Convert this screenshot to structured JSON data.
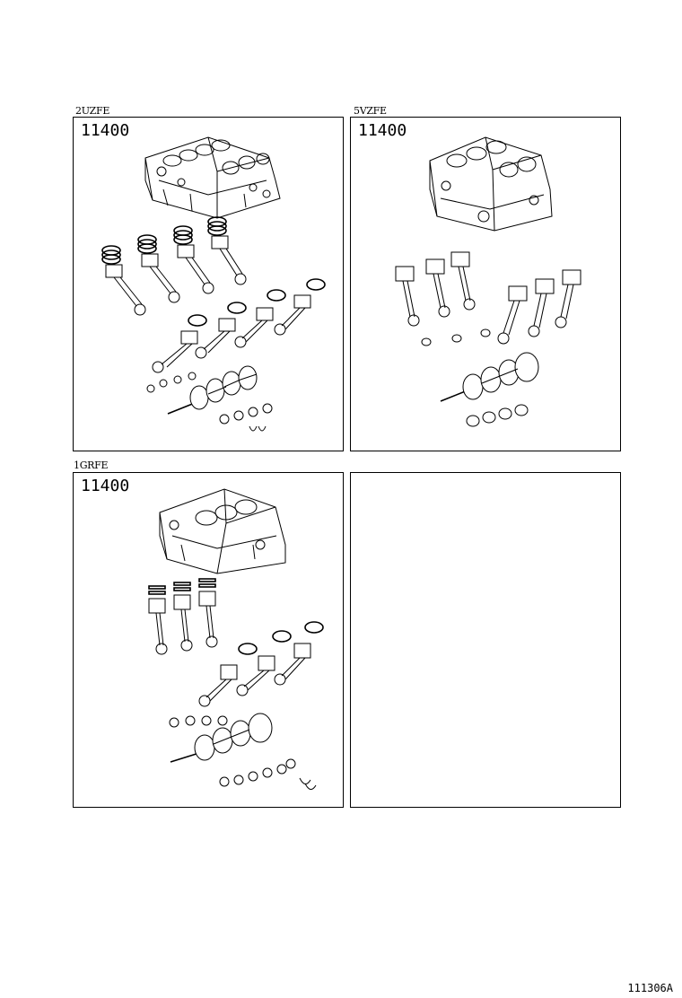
{
  "panels": [
    {
      "engine": "2UZFE",
      "part_number": "11400"
    },
    {
      "engine": "5VZFE",
      "part_number": "11400"
    },
    {
      "engine": "1GRFE",
      "part_number": "11400"
    },
    {
      "engine": "",
      "part_number": ""
    }
  ],
  "catalog_ref": "111306A"
}
